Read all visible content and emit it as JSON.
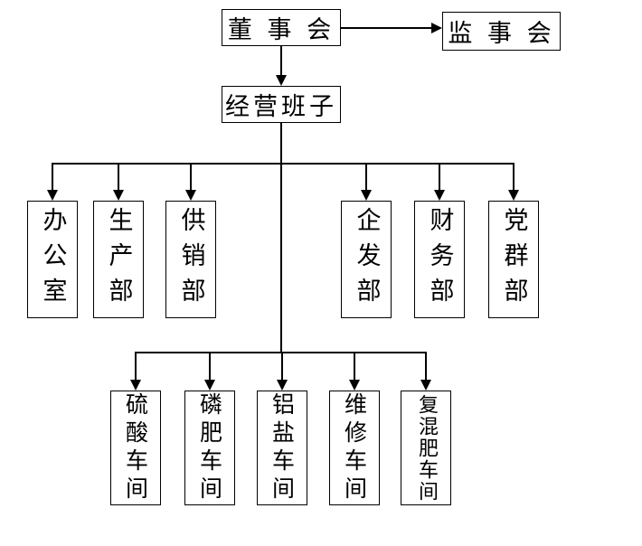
{
  "org_chart": {
    "top_level": {
      "board": "董 事 会",
      "supervisory": "监 事 会",
      "management": "经营班子"
    },
    "departments": [
      {
        "label": "办公室"
      },
      {
        "label": "生产部"
      },
      {
        "label": "供销部"
      },
      {
        "label": "企发部"
      },
      {
        "label": "财务部"
      },
      {
        "label": "党群部"
      }
    ],
    "workshops": [
      {
        "label": "硫酸车间"
      },
      {
        "label": "磷肥车间"
      },
      {
        "label": "铝盐车间"
      },
      {
        "label": "维修车间"
      },
      {
        "label": "复混肥车间"
      }
    ],
    "edges": [
      {
        "from": "董事会",
        "to": "监事会"
      },
      {
        "from": "董事会",
        "to": "经营班子"
      },
      {
        "from": "经营班子",
        "to": "办公室"
      },
      {
        "from": "经营班子",
        "to": "生产部"
      },
      {
        "from": "经营班子",
        "to": "供销部"
      },
      {
        "from": "经营班子",
        "to": "企发部"
      },
      {
        "from": "经营班子",
        "to": "财务部"
      },
      {
        "from": "经营班子",
        "to": "党群部"
      },
      {
        "from": "经营班子",
        "to": "硫酸车间"
      },
      {
        "from": "经营班子",
        "to": "磷肥车间"
      },
      {
        "from": "经营班子",
        "to": "铝盐车间"
      },
      {
        "from": "经营班子",
        "to": "维修车间"
      },
      {
        "from": "经营班子",
        "to": "复混肥车间"
      }
    ],
    "colors": {
      "line": "#000000",
      "box_border": "#000000",
      "box_fill": "#ffffff",
      "text": "#000000",
      "background": "#ffffff"
    }
  }
}
